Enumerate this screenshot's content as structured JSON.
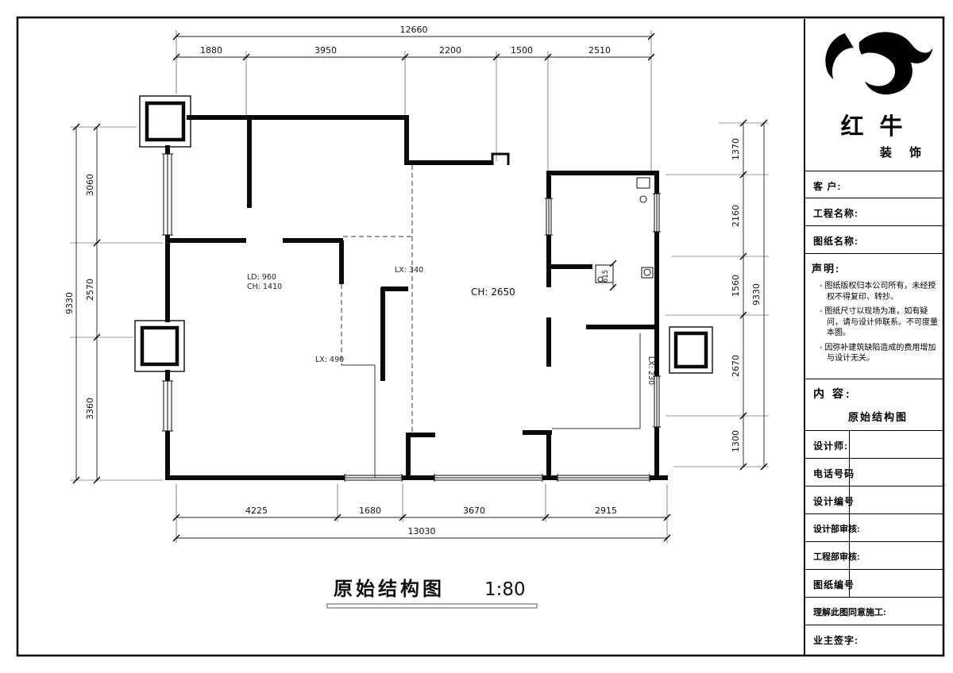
{
  "drawing_title": {
    "name": "原始结构图",
    "scale": "1:80"
  },
  "dims": {
    "top": {
      "total": "12660",
      "segments": [
        "1880",
        "3950",
        "2200",
        "1500",
        "2510"
      ]
    },
    "left": {
      "total": "9330",
      "segments": [
        "3060",
        "2570",
        "3360"
      ]
    },
    "right": {
      "total": "9330",
      "segments": [
        "1370",
        "2160",
        "1560",
        "2670",
        "1300"
      ]
    },
    "bottom": {
      "total": "13030",
      "segments": [
        "4225",
        "1680",
        "3670",
        "2915"
      ]
    }
  },
  "plan_labels": {
    "door_width": "LD: 960",
    "door_height": "CH: 1410",
    "beam_hall": "LX: 340",
    "ceiling_height": "CH: 2650",
    "beam_mid": "LX: 490",
    "beam_right": "LX: 230",
    "duct_width": "615"
  },
  "title_block": {
    "brand": {
      "name": "红 牛",
      "sub": "装 饰"
    },
    "rows": {
      "client": "客 户:",
      "project": "工程名称:",
      "drawing": "图纸名称:"
    },
    "statement": {
      "title": "声明:",
      "items": [
        "图纸版权归本公司所有，未经授权不得复印、转抄。",
        "图纸尺寸以现场为准，如有疑问，请与设计师联系。不可度量本图。",
        "因弥补建筑缺陷造成的费用增加与设计无关。"
      ]
    },
    "content": {
      "label": "内 容:",
      "value": "原始结构图"
    },
    "fields": [
      {
        "label": "设计师:"
      },
      {
        "label": "电话号码"
      },
      {
        "label": "设计编号"
      },
      {
        "label": "设计部审核:"
      },
      {
        "label": "工程部审核:"
      },
      {
        "label": "图纸编号"
      },
      {
        "label": "理解此图同意施工:"
      },
      {
        "label": "业主签字:"
      }
    ]
  }
}
